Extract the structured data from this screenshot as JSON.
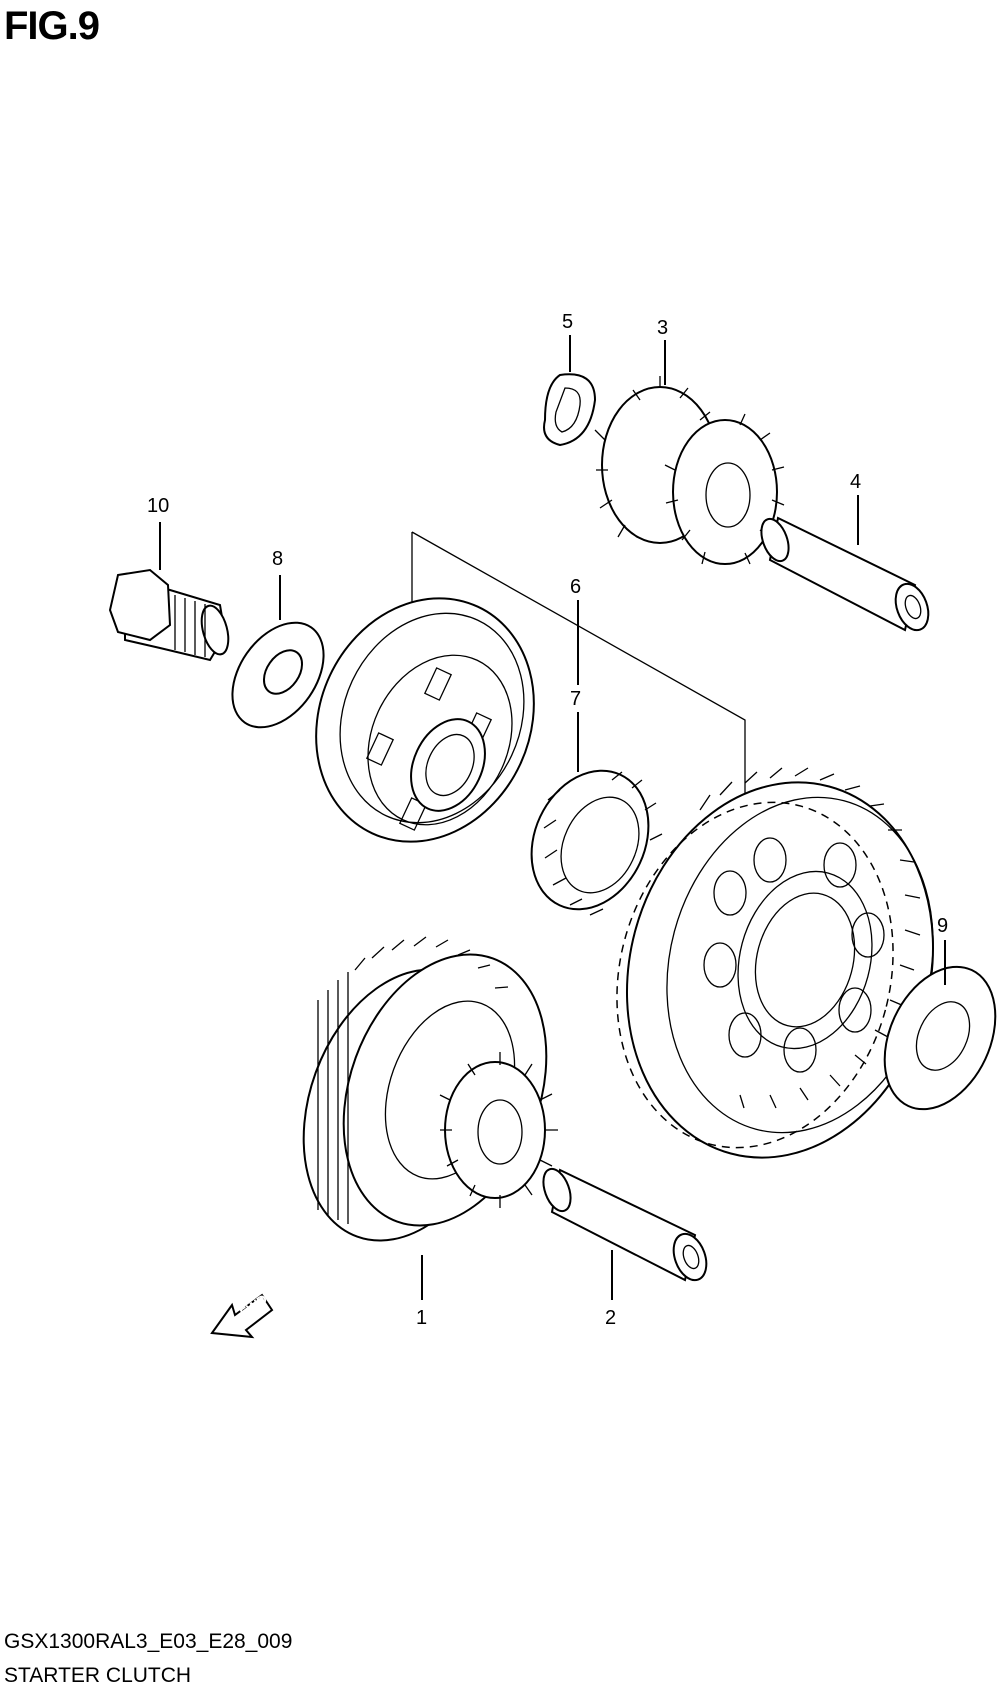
{
  "figure": {
    "title": "FIG.9",
    "code": "GSX1300RAL3_E03_E28_009",
    "name": "STARTER CLUTCH"
  },
  "direction_arrow": {
    "label": "FWD"
  },
  "callouts": [
    {
      "id": "1",
      "part": "starter-clutch-gear"
    },
    {
      "id": "2",
      "part": "shaft"
    },
    {
      "id": "3",
      "part": "idle-gear"
    },
    {
      "id": "4",
      "part": "shaft"
    },
    {
      "id": "5",
      "part": "washer"
    },
    {
      "id": "6",
      "part": "bearing"
    },
    {
      "id": "7",
      "part": "bearing"
    },
    {
      "id": "8",
      "part": "washer"
    },
    {
      "id": "9",
      "part": "washer"
    },
    {
      "id": "10",
      "part": "bolt"
    }
  ]
}
